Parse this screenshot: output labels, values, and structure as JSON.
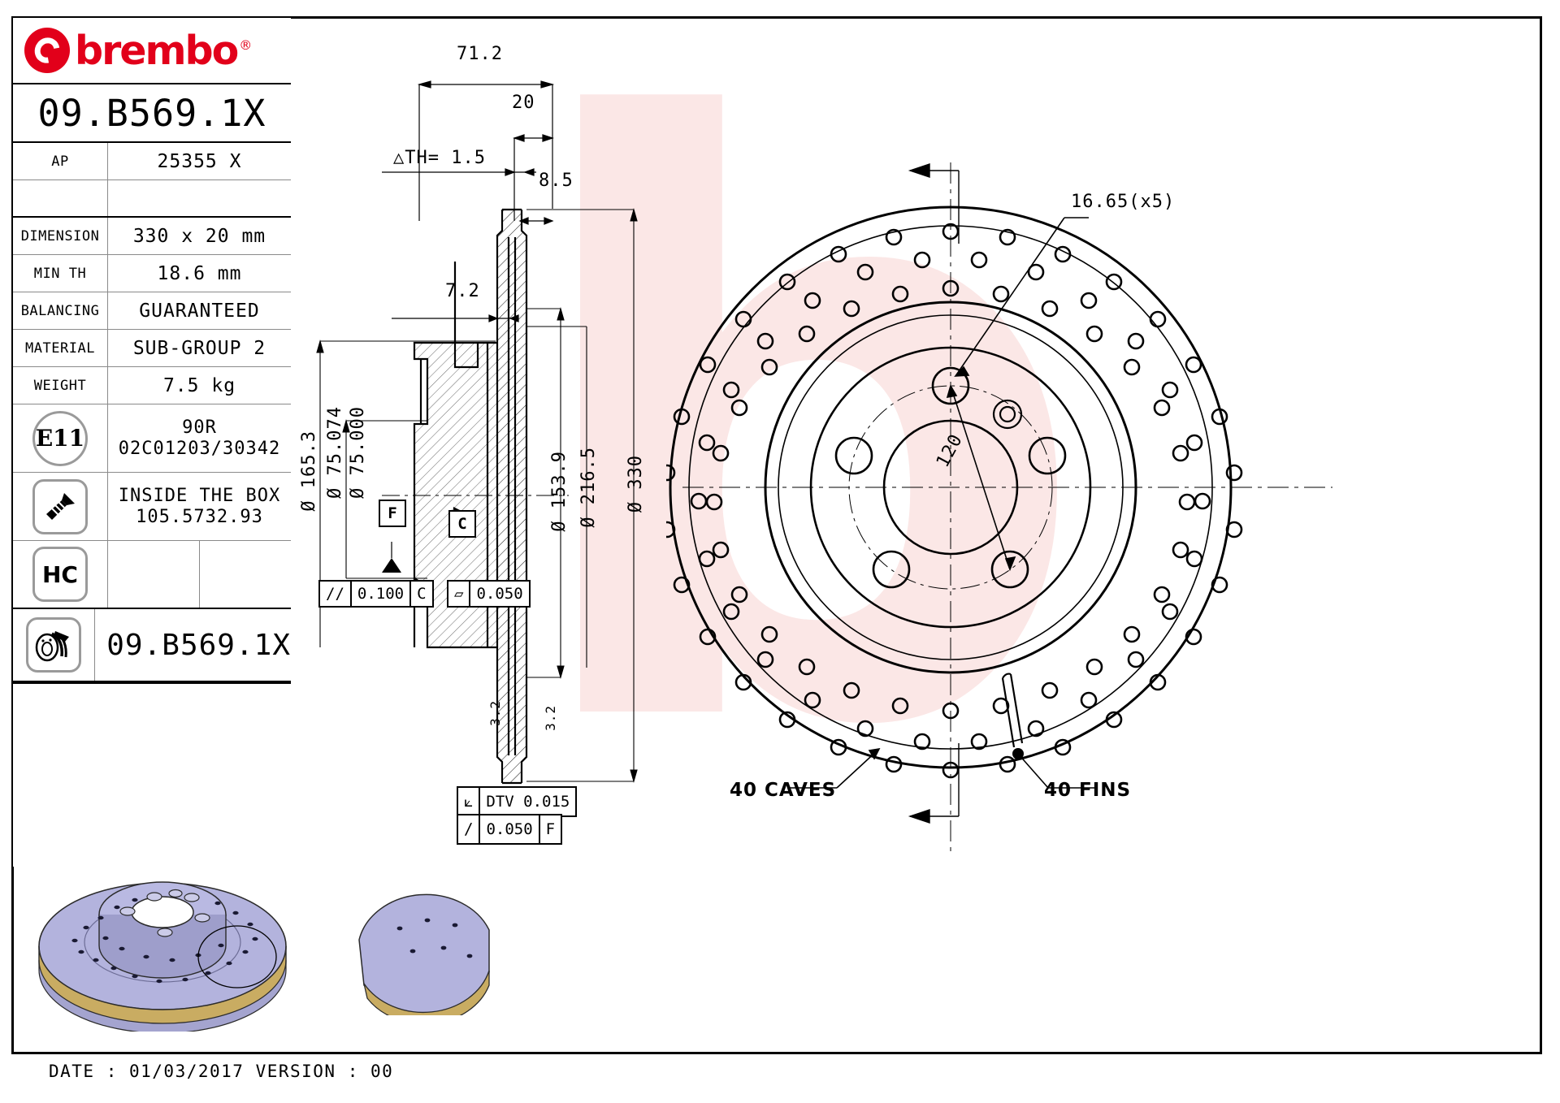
{
  "sheet": {
    "title": "brembo",
    "logo_registered": "®",
    "part_code": "09.B569.1X",
    "watermark_letter": "b",
    "footer": "DATE : 01/03/2017 VERSION : 00"
  },
  "info_table": {
    "rows": [
      {
        "label": "AP",
        "value": "25355 X"
      },
      {
        "label": "",
        "value": ""
      },
      {
        "label": "DIMENSION",
        "value": "330 x 20 mm"
      },
      {
        "label": "MIN TH",
        "value": "18.6 mm"
      },
      {
        "label": "BALANCING",
        "value": "GUARANTEED"
      },
      {
        "label": "MATERIAL",
        "value": "SUB-GROUP 2"
      },
      {
        "label": "WEIGHT",
        "value": "7.5 kg"
      }
    ],
    "homologation": {
      "icon": "E11",
      "line1": "90R",
      "line2": "02C01203/30342"
    },
    "screws": {
      "icon": "screw-icon",
      "line1": "INSIDE THE BOX",
      "line2": "105.5732.93"
    },
    "hc": {
      "icon": "HC"
    },
    "disc_row": {
      "icon": "brake-disc-icon",
      "value": "09.B569.1X"
    }
  },
  "section_view": {
    "dim_71_2": "71.2",
    "dim_20": "20",
    "dim_th": "△TH= 1.5",
    "dim_8_5": "8.5",
    "dim_7_2": "7.2",
    "dia_165_3": "Ø 165.3",
    "dia_75_074": "Ø 75.074",
    "dia_75_000": "Ø 75.000",
    "dia_153_9": "Ø 153.9",
    "dia_216_5": "Ø 216.5",
    "dia_330": "Ø 330",
    "datum_f": "F",
    "datum_c": "C",
    "fcf_parallel_sym": "//",
    "fcf_parallel_val": "0.100",
    "fcf_parallel_datum": "C",
    "fcf_flat_sym": "▱",
    "fcf_flat_val": "0.050",
    "fcf_dtv_sym": "⟀",
    "fcf_dtv_val": "DTV 0.015",
    "fcf_runout_sym": "∕",
    "fcf_runout_val": "0.050",
    "fcf_runout_datum": "F",
    "chamfer_left": "3.2",
    "chamfer_right": "3.2"
  },
  "face_view": {
    "hole_callout": "16.65(x5)",
    "pcd": "120",
    "caves_label": "40 CAVES",
    "fins_label": "40 FINS"
  },
  "colors": {
    "brand_red": "#e2001a",
    "watermark": "#fbe3e2",
    "render_body": "#b3b3dd",
    "render_band": "#c9ac62",
    "line": "#000000"
  }
}
